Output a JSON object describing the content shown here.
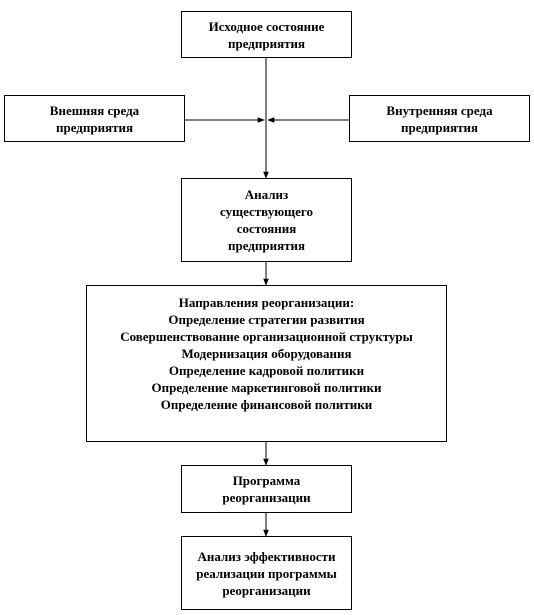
{
  "diagram": {
    "initial_state": {
      "lines": [
        "Исходное состояние",
        "предприятия"
      ]
    },
    "external_env": {
      "lines": [
        "Внешняя среда",
        "предприятия"
      ]
    },
    "internal_env": {
      "lines": [
        "Внутренняя среда",
        "предприятия"
      ]
    },
    "analysis": {
      "lines": [
        "Анализ",
        "существующего",
        "состояния",
        "предприятия"
      ]
    },
    "directions": {
      "lines": [
        "Направления реорганизации:",
        "Определение стратегии развития",
        "Совершенствование организационной структуры",
        "Модернизация оборудования",
        "Определение кадровой политики",
        "Определение маркетинговой политики",
        "Определение финансовой политики"
      ]
    },
    "program": {
      "lines": [
        "Программа",
        "реорганизации"
      ]
    },
    "efficiency": {
      "lines": [
        "Анализ эффективности",
        "реализации программы",
        "реорганизации"
      ]
    }
  }
}
